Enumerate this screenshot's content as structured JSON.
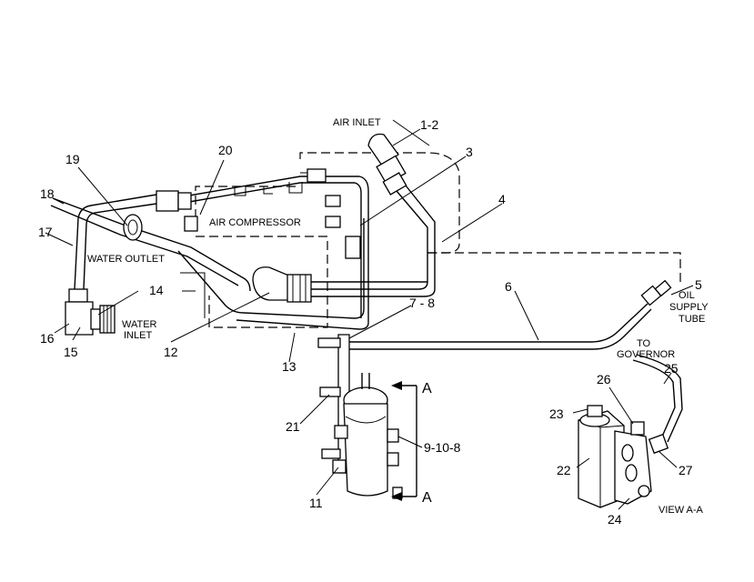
{
  "labels": {
    "air_inlet": "AIR INLET",
    "air_compressor": "AIR COMPRESSOR",
    "water_outlet": "WATER OUTLET",
    "water_inlet_1": "WATER",
    "water_inlet_2": "INLET",
    "oil_supply_1": "OIL",
    "oil_supply_2": "SUPPLY",
    "oil_supply_3": "TUBE",
    "to_governor_1": "TO",
    "to_governor_2": "GOVERNOR",
    "view_aa": "VIEW A-A",
    "section_a_top": "A",
    "section_a_bottom": "A"
  },
  "callouts": {
    "c1_2": "1-2",
    "c3": "3",
    "c4": "4",
    "c5": "5",
    "c6": "6",
    "c7_8": "7 - 8",
    "c9_10_8": "9-10-8",
    "c11": "11",
    "c12": "12",
    "c13": "13",
    "c14": "14",
    "c15": "15",
    "c16": "16",
    "c17": "17",
    "c18": "18",
    "c19": "19",
    "c20": "20",
    "c21": "21",
    "c22": "22",
    "c23": "23",
    "c24": "24",
    "c25": "25",
    "c26": "26",
    "c27": "27"
  }
}
